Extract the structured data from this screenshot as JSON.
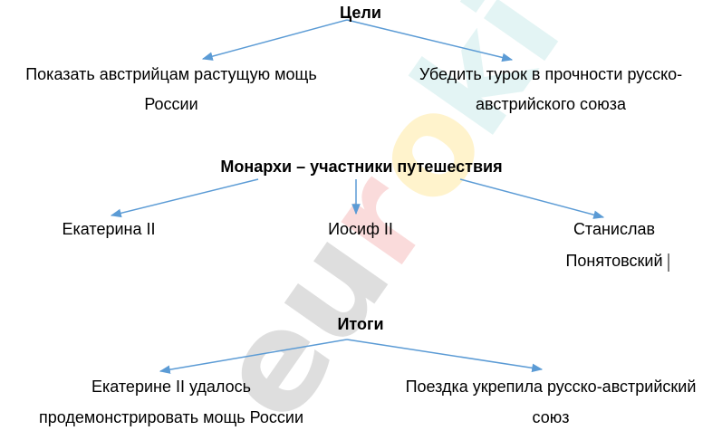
{
  "sections": {
    "goals": {
      "title": "Цели",
      "items": [
        {
          "line1": "Показать австрийцам растущую мощь",
          "line2": "России"
        },
        {
          "line1": "Убедить турок в прочности русско-",
          "line2": "австрийского союза"
        }
      ]
    },
    "monarchs": {
      "title": "Монархи – участники путешествия",
      "items": [
        {
          "line1": "Екатерина II"
        },
        {
          "line1": "Иосиф II"
        },
        {
          "line1": "Станислав",
          "line2": "Понятовский"
        }
      ]
    },
    "results": {
      "title": "Итоги",
      "items": [
        {
          "line1": "Екатерине II удалось",
          "line2": "продемонстрировать мощь России"
        },
        {
          "line1": "Поездка укрепила русско-австрийский",
          "line2": "союз"
        }
      ]
    }
  },
  "watermark": {
    "text": "euroki",
    "colors": [
      "#8c8c8c",
      "#f08080",
      "#ffd54a",
      "#9ed9d8"
    ]
  },
  "colors": {
    "arrow": "#5b9bd5",
    "text": "#000000"
  }
}
